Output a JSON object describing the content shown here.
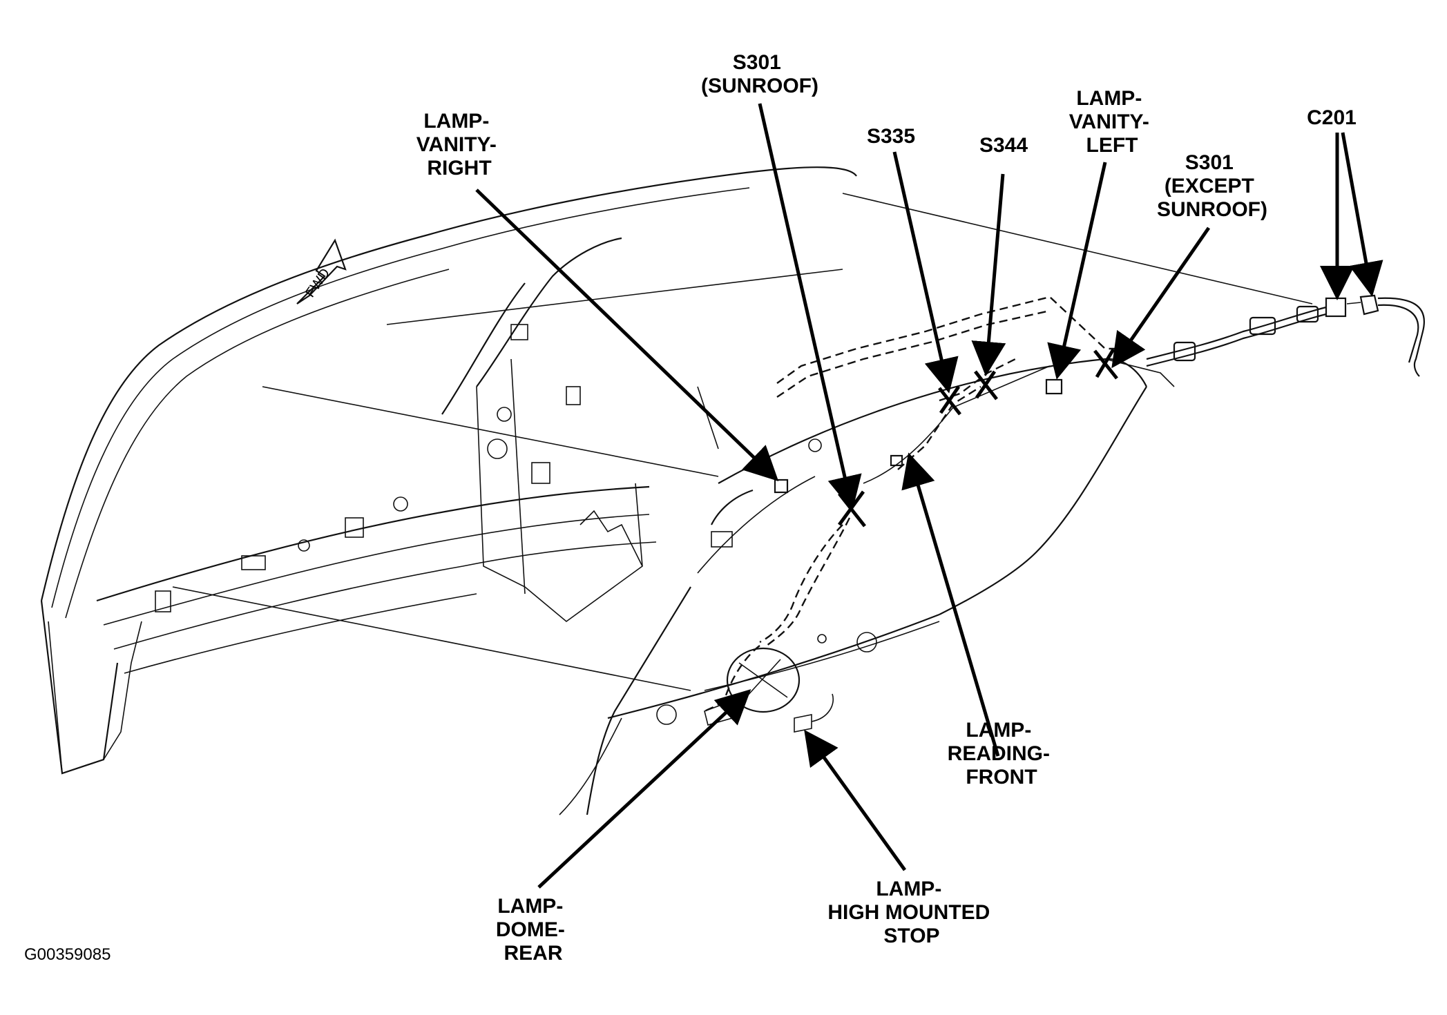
{
  "labels": {
    "s301_sunroof": [
      "S301",
      "(SUNROOF)"
    ],
    "lamp_vanity_right": [
      "LAMP-",
      "VANITY-",
      "RIGHT"
    ],
    "s335": [
      "S335"
    ],
    "s344": [
      "S344"
    ],
    "lamp_vanity_left": [
      "LAMP-",
      "VANITY-",
      "LEFT"
    ],
    "s301_except_sunroof": [
      "S301",
      "(EXCEPT",
      "SUNROOF)"
    ],
    "c201": [
      "C201"
    ],
    "lamp_reading_front": [
      "LAMP-",
      "READING-",
      "FRONT"
    ],
    "lamp_dome_rear": [
      "LAMP-",
      "DOME-",
      "REAR"
    ],
    "lamp_high_mounted_stop": [
      "LAMP-",
      "HIGH MOUNTED",
      "STOP"
    ]
  },
  "direction_marker": "FWD",
  "figure_id": "G00359085"
}
